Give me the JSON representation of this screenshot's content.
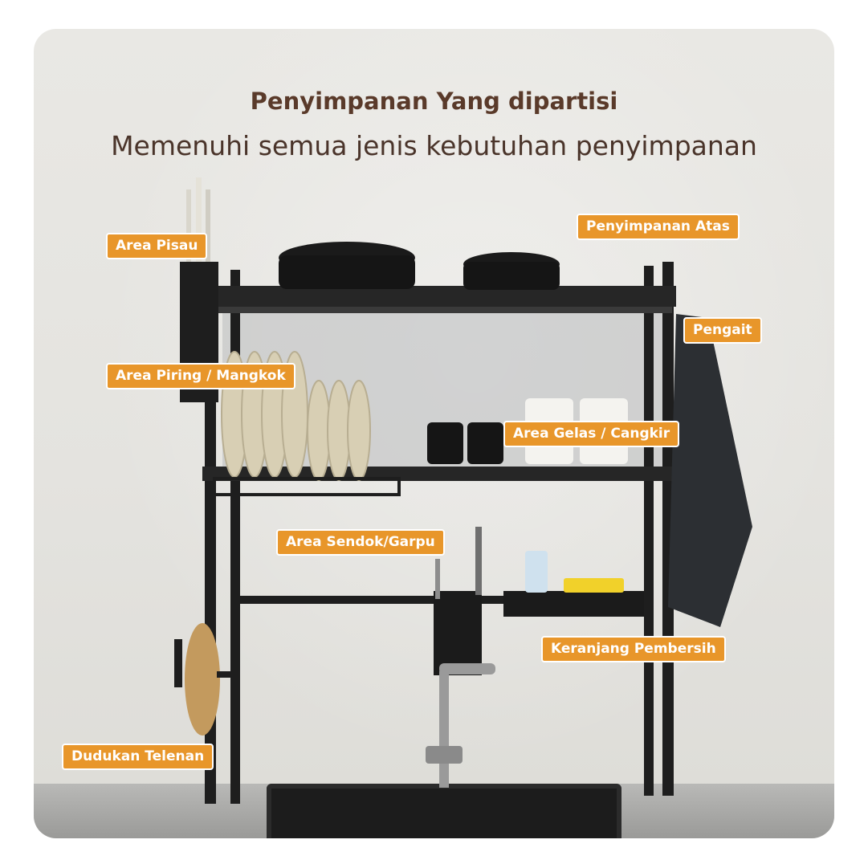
{
  "heading": {
    "title": "Penyimpanan Yang dipartisi",
    "subtitle": "Memenuhi semua jenis kebutuhan penyimpanan"
  },
  "labels": {
    "knife_area": "Area Pisau",
    "top_storage": "Penyimpanan Atas",
    "hook": "Pengait",
    "plate_bowl_area": "Area Piring / Mangkok",
    "glass_cup_area": "Area Gelas / Cangkir",
    "spoon_fork_area": "Area Sendok/Garpu",
    "cleaning_basket": "Keranjang Pembersih",
    "cutting_board_holder": "Dudukan Telenan"
  },
  "colors": {
    "label_bg": "#e8962a",
    "label_text": "#ffffff",
    "heading_text": "#5a3a2a",
    "rack": "#1e1e1e"
  }
}
